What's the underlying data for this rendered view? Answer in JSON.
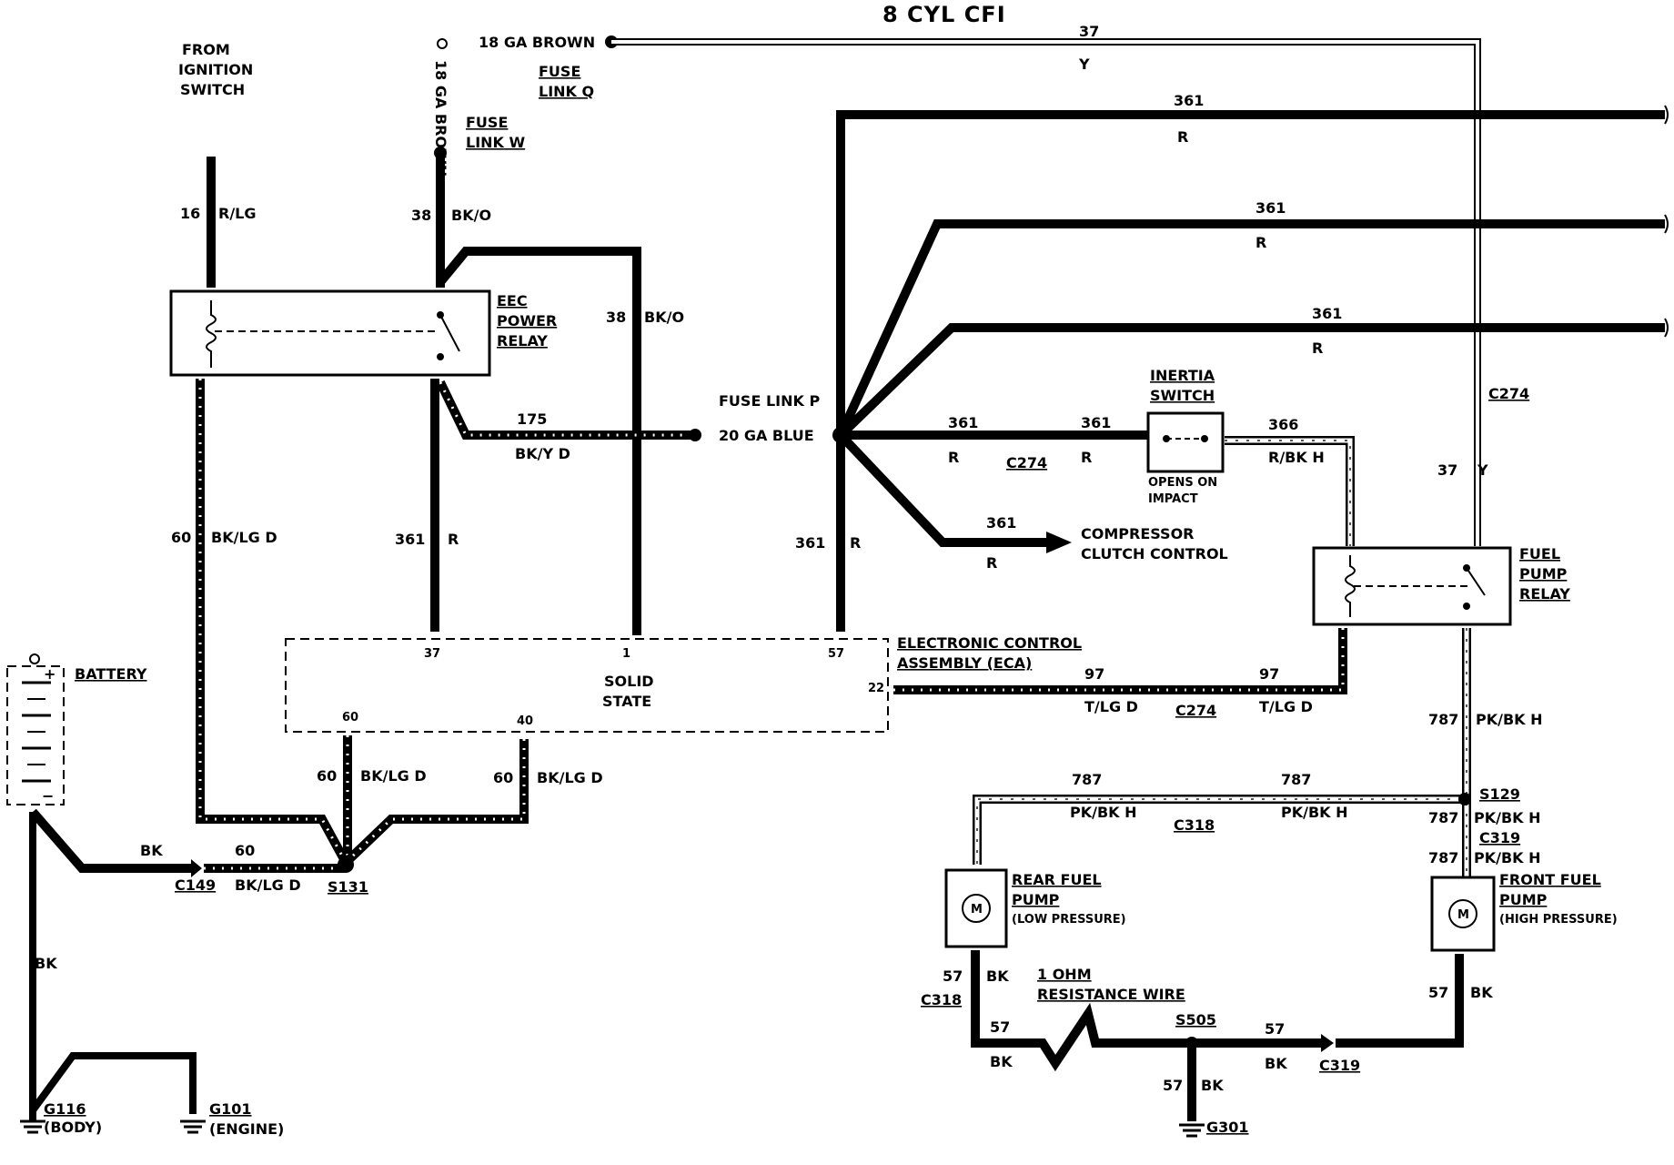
{
  "title": "8 CYL CFI",
  "labels": {
    "from_ignition": [
      "FROM",
      "IGNITION",
      "SWITCH"
    ],
    "fuse_link_w": [
      "FUSE",
      "LINK W"
    ],
    "fuse_link_q": [
      "FUSE",
      "LINK Q"
    ],
    "ga18_brown_top": "18 GA BROWN",
    "ga18_brown_vert": "18 GA BROWN",
    "eec_power_relay": [
      "EEC",
      "POWER",
      "RELAY"
    ],
    "fuse_link_p": "FUSE LINK P",
    "ga20_blue": "20 GA BLUE",
    "inertia_switch": [
      "INERTIA",
      "SWITCH"
    ],
    "opens_on_impact": [
      "OPENS ON",
      "IMPACT"
    ],
    "compressor": [
      "COMPRESSOR",
      "CLUTCH CONTROL"
    ],
    "fuel_pump_relay": [
      "FUEL",
      "PUMP",
      "RELAY"
    ],
    "eca": [
      "ELECTRONIC CONTROL",
      "ASSEMBLY (ECA)"
    ],
    "solid_state": [
      "SOLID",
      "STATE"
    ],
    "battery": "BATTERY",
    "rear_pump": [
      "REAR FUEL",
      "PUMP",
      "(LOW PRESSURE)"
    ],
    "front_pump": [
      "FRONT FUEL",
      "PUMP",
      "(HIGH PRESSURE)"
    ],
    "resistance_wire": [
      "1 OHM",
      "RESISTANCE WIRE"
    ],
    "motor": "M",
    "g116": [
      "G116",
      "(BODY)"
    ],
    "g101": [
      "G101",
      "(ENGINE)"
    ],
    "g301": "G301"
  },
  "wires": {
    "w16": "16",
    "r_lg": "R/LG",
    "w38a": "38",
    "bk_o_a": "BK/O",
    "w38b": "38",
    "bk_o_b": "BK/O",
    "w37top": "37",
    "y_top": "Y",
    "w361a": "361",
    "r_a": "R",
    "w361b": "361",
    "r_b": "R",
    "w361c": "361",
    "r_c": "R",
    "w175": "175",
    "bk_y_d": "BK/Y D",
    "w361d": "361",
    "r_d": "R",
    "w361e": "361",
    "r_e": "R",
    "w366": "366",
    "r_bk_h": "R/BK H",
    "w361f": "361",
    "r_f": "R",
    "w37r": "37",
    "y_r": "Y",
    "w60a": "60",
    "bk_lg_d_a": "BK/LG D",
    "w361g": "361",
    "r_g": "R",
    "w361h": "361",
    "r_h": "R",
    "w97a": "97",
    "t_lg_d_a": "T/LG D",
    "w97b": "97",
    "t_lg_d_b": "T/LG D",
    "w787a": "787",
    "pk_bk_h_a": "PK/BK H",
    "w787b": "787",
    "pk_bk_h_b": "PK/BK H",
    "w787c": "787",
    "pk_bk_h_c": "PK/BK H",
    "w787d": "787",
    "pk_bk_h_d": "PK/BK H",
    "w787e": "787",
    "pk_bk_h_e": "PK/BK H",
    "w60b": "60",
    "bk_lg_d_b": "BK/LG D",
    "w60c": "60",
    "bk_lg_d_c": "BK/LG D",
    "w60d": "60",
    "bk_lg_d_d": "BK/LG D",
    "bk_bat": "BK",
    "bk_g116": "BK",
    "w57a": "57",
    "bk_57a": "BK",
    "w57b": "57",
    "bk_57b": "BK",
    "w57c": "57",
    "bk_57c": "BK",
    "w57d": "57",
    "bk_57d": "BK",
    "w57e": "57",
    "bk_57e": "BK"
  },
  "connectors": {
    "c274a": "C274",
    "c274b": "C274",
    "c274c": "C274",
    "c318a": "C318",
    "c318b": "C318",
    "c319a": "C319",
    "c319b": "C319",
    "c149": "C149",
    "s129": "S129",
    "s131": "S131",
    "s505": "S505"
  },
  "pins": {
    "p37": "37",
    "p1": "1",
    "p57": "57",
    "p22": "22",
    "p60": "60",
    "p40": "40"
  }
}
